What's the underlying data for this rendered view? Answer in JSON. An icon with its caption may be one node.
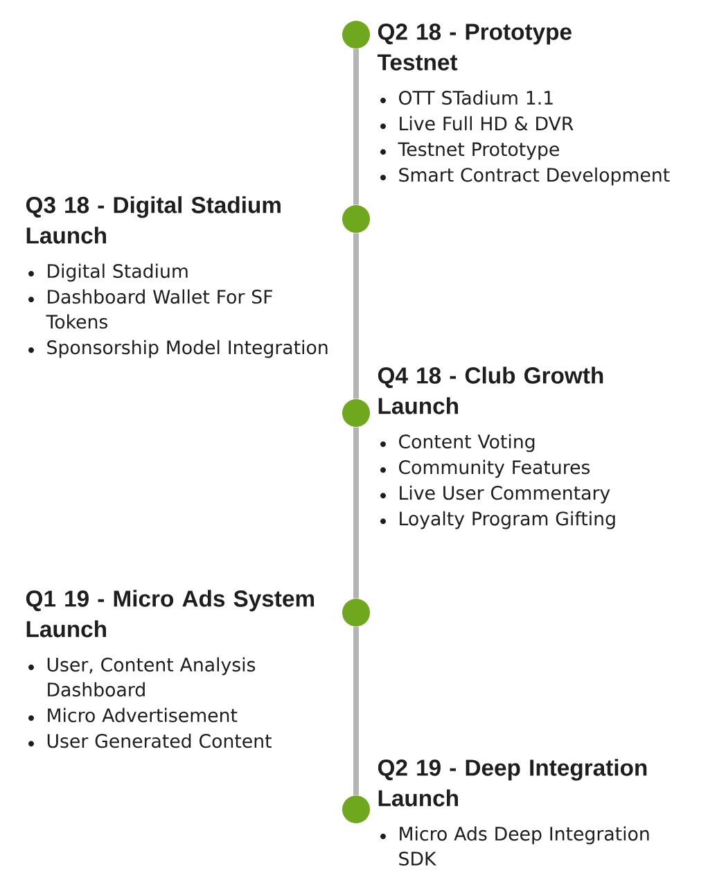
{
  "diagram": {
    "nodes": [
      {
        "text": [],
        "shape": "circle",
        "beside": [
          "Q2 18 - Prototype Testnet",
          "OTT STadium 1.1",
          "Live Full HD & DVR",
          "Testnet Prototype",
          "Smart Contract Development"
        ]
      },
      {
        "text": [],
        "shape": "circle",
        "beside": [
          "Q3 18 - Digital Stadium Launch",
          "Digital Stadium",
          "Dashboard Wallet For SF Tokens",
          "Sponsorship Model Integration"
        ]
      },
      {
        "text": [],
        "shape": "circle",
        "beside": [
          "Q4 18 - Club Growth Launch",
          "Content Voting",
          "Community Features",
          "Live User Commentary",
          "Loyalty Program Gifting"
        ]
      },
      {
        "text": [],
        "shape": "circle",
        "beside": [
          "Q1 19 - Micro Ads System Launch",
          "User, Content Analysis Dashboard",
          "Micro Advertisement",
          "User Generated Content"
        ]
      },
      {
        "text": [],
        "shape": "circle",
        "beside": [
          "Q2 19 - Deep Integration Launch",
          "Micro Ads Deep Integration SDK"
        ]
      }
    ],
    "edges": [
      {
        "from": 0,
        "to": 1,
        "arrow": "none"
      },
      {
        "from": 1,
        "to": 2,
        "arrow": "none"
      },
      {
        "from": 2,
        "to": 3,
        "arrow": "none"
      },
      {
        "from": 3,
        "to": 4,
        "arrow": "none"
      }
    ]
  }
}
